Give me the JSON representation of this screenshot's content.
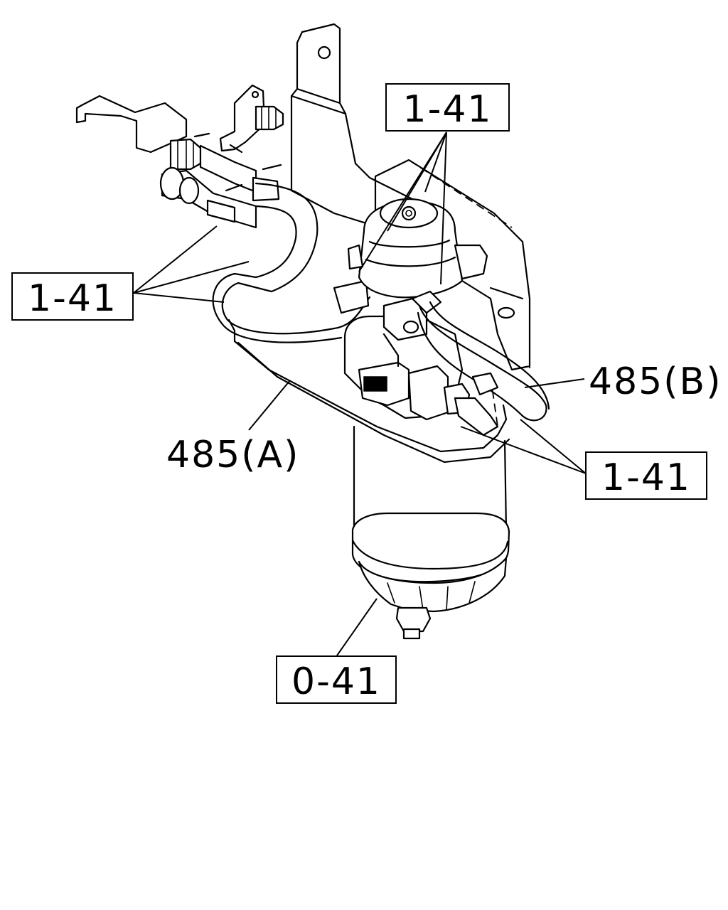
{
  "callouts": {
    "top_ref": "1-41",
    "left_ref": "1-41",
    "right_ref": "1-41",
    "bottom_ref": "0-41",
    "hose_b": "485(B)",
    "hose_a": "485(A)"
  }
}
